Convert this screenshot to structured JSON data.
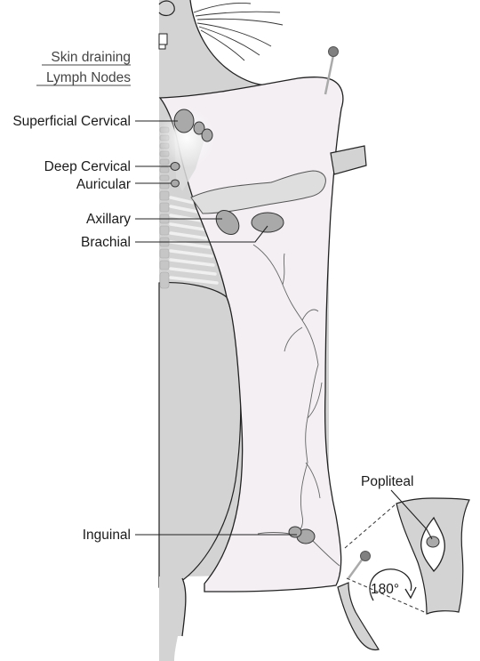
{
  "title": {
    "line1": "Skin draining",
    "line2": "Lymph Nodes"
  },
  "labels": {
    "superficial_cervical": "Superficial Cervical",
    "deep_cervical": "Deep Cervical",
    "auricular": "Auricular",
    "axillary": "Axillary",
    "brachial": "Brachial",
    "inguinal": "Inguinal",
    "popliteal": "Popliteal"
  },
  "rotation_label": "180°",
  "colors": {
    "body_fill": "#d3d3d3",
    "skin_flap_fill": "#f3eff3",
    "node_fill": "#a9a9a9",
    "pin_head": "#808080"
  }
}
